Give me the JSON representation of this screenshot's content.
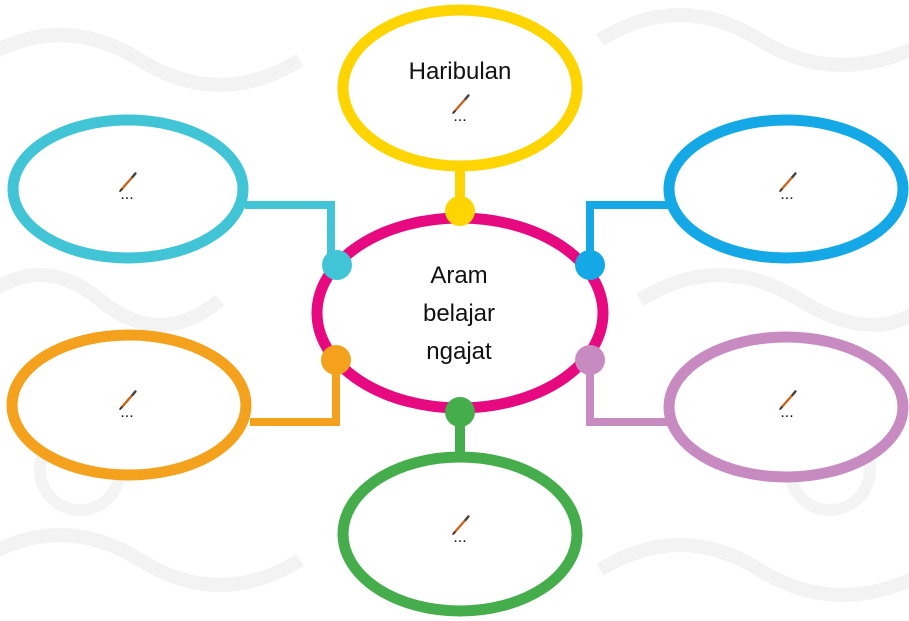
{
  "center": {
    "lines": [
      "Aram",
      "belajar",
      "ngajat"
    ]
  },
  "nodes": {
    "top": {
      "title": "Haribulan",
      "placeholder": "...",
      "icon": "pencil-icon"
    },
    "top_left": {
      "placeholder": "...",
      "icon": "pencil-icon"
    },
    "top_right": {
      "placeholder": "...",
      "icon": "pencil-icon"
    },
    "bottom_left": {
      "placeholder": "...",
      "icon": "pencil-icon"
    },
    "bottom_right": {
      "placeholder": "...",
      "icon": "pencil-icon"
    },
    "bottom": {
      "placeholder": "...",
      "icon": "pencil-icon"
    }
  },
  "colors": {
    "center": "#e6097f",
    "top": "#fed500",
    "top_left": "#41c4d6",
    "top_right": "#14a8e6",
    "bottom_left": "#f4a21e",
    "bottom_right": "#c78bc1",
    "bottom": "#45ad4b"
  }
}
